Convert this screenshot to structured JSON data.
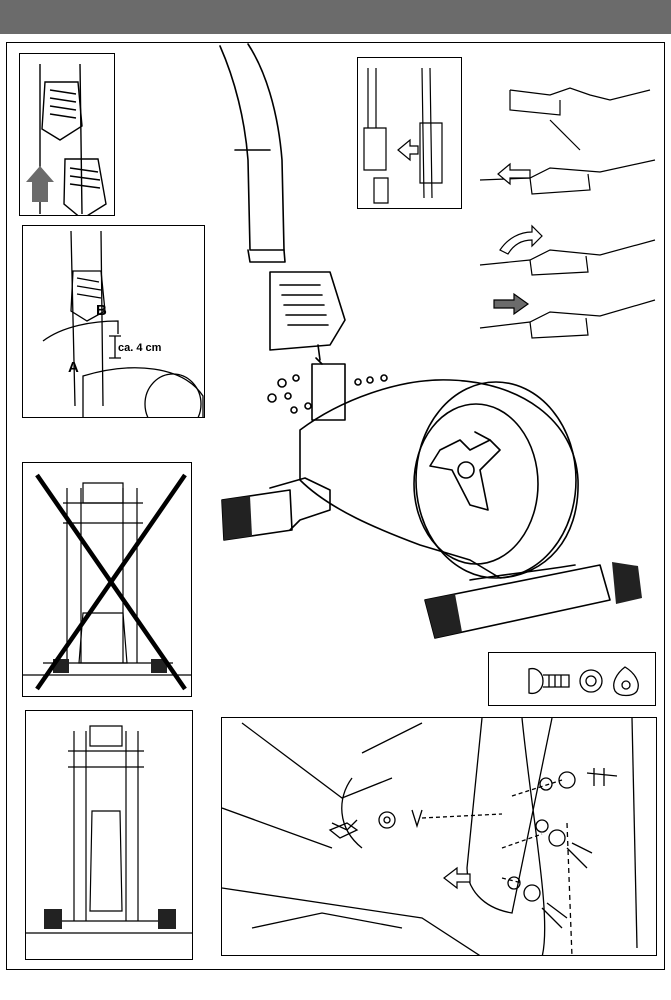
{
  "panel_collar": {
    "label_a": "A",
    "label_b": "B",
    "measurement": "ca. 4 cm"
  },
  "colors": {
    "header_bar": "#6b6b6b",
    "line": "#000000",
    "arrow_fill": "#6b6b6b"
  },
  "icons": {
    "hardware": [
      "bolt-icon",
      "spring-washer-icon",
      "crimp-washer-icon"
    ]
  }
}
